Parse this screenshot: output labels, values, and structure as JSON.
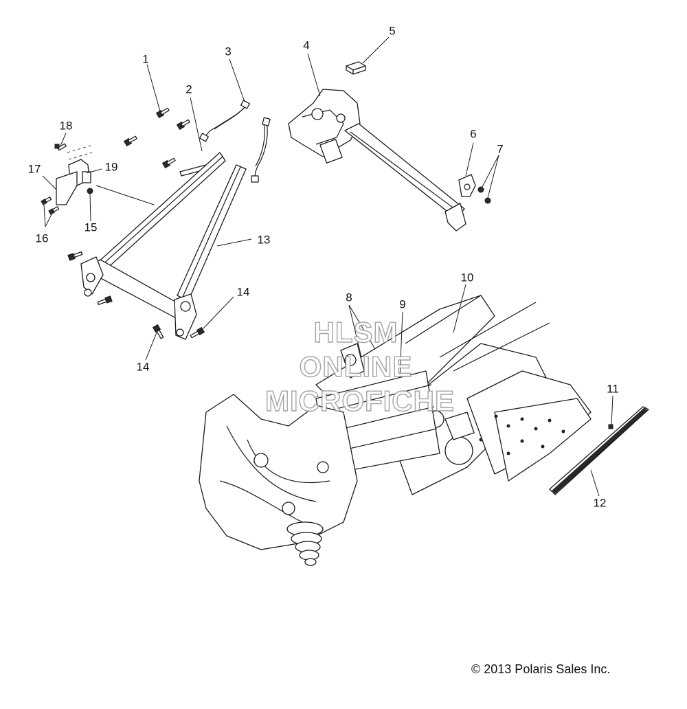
{
  "callouts": [
    {
      "id": "1",
      "label": "1"
    },
    {
      "id": "2",
      "label": "2"
    },
    {
      "id": "3",
      "label": "3"
    },
    {
      "id": "4",
      "label": "4"
    },
    {
      "id": "5",
      "label": "5"
    },
    {
      "id": "6",
      "label": "6"
    },
    {
      "id": "7",
      "label": "7"
    },
    {
      "id": "8",
      "label": "8"
    },
    {
      "id": "9",
      "label": "9"
    },
    {
      "id": "10",
      "label": "10"
    },
    {
      "id": "11",
      "label": "11"
    },
    {
      "id": "12",
      "label": "12"
    },
    {
      "id": "13",
      "label": "13"
    },
    {
      "id": "14a",
      "label": "14"
    },
    {
      "id": "14b",
      "label": "14"
    },
    {
      "id": "15",
      "label": "15"
    },
    {
      "id": "16",
      "label": "16"
    },
    {
      "id": "17",
      "label": "17"
    },
    {
      "id": "18",
      "label": "18"
    },
    {
      "id": "19",
      "label": "19"
    }
  ],
  "watermark": {
    "line1": "HLSM",
    "line2": "ONLINE",
    "line3": "MICROFICHE"
  },
  "copyright": "© 2013 Polaris Sales Inc."
}
